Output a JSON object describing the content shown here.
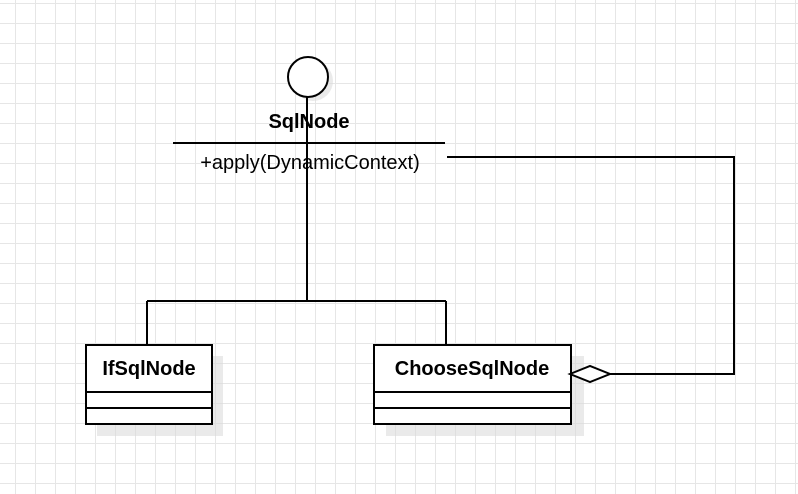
{
  "interface": {
    "name": "SqlNode",
    "method": "+apply(DynamicContext)"
  },
  "classes": [
    {
      "name": "IfSqlNode"
    },
    {
      "name": "ChooseSqlNode"
    }
  ],
  "colors": {
    "stroke": "#000000",
    "background": "#ffffff",
    "grid": "#e6e6e6",
    "shadow": "#d9d9d9"
  }
}
